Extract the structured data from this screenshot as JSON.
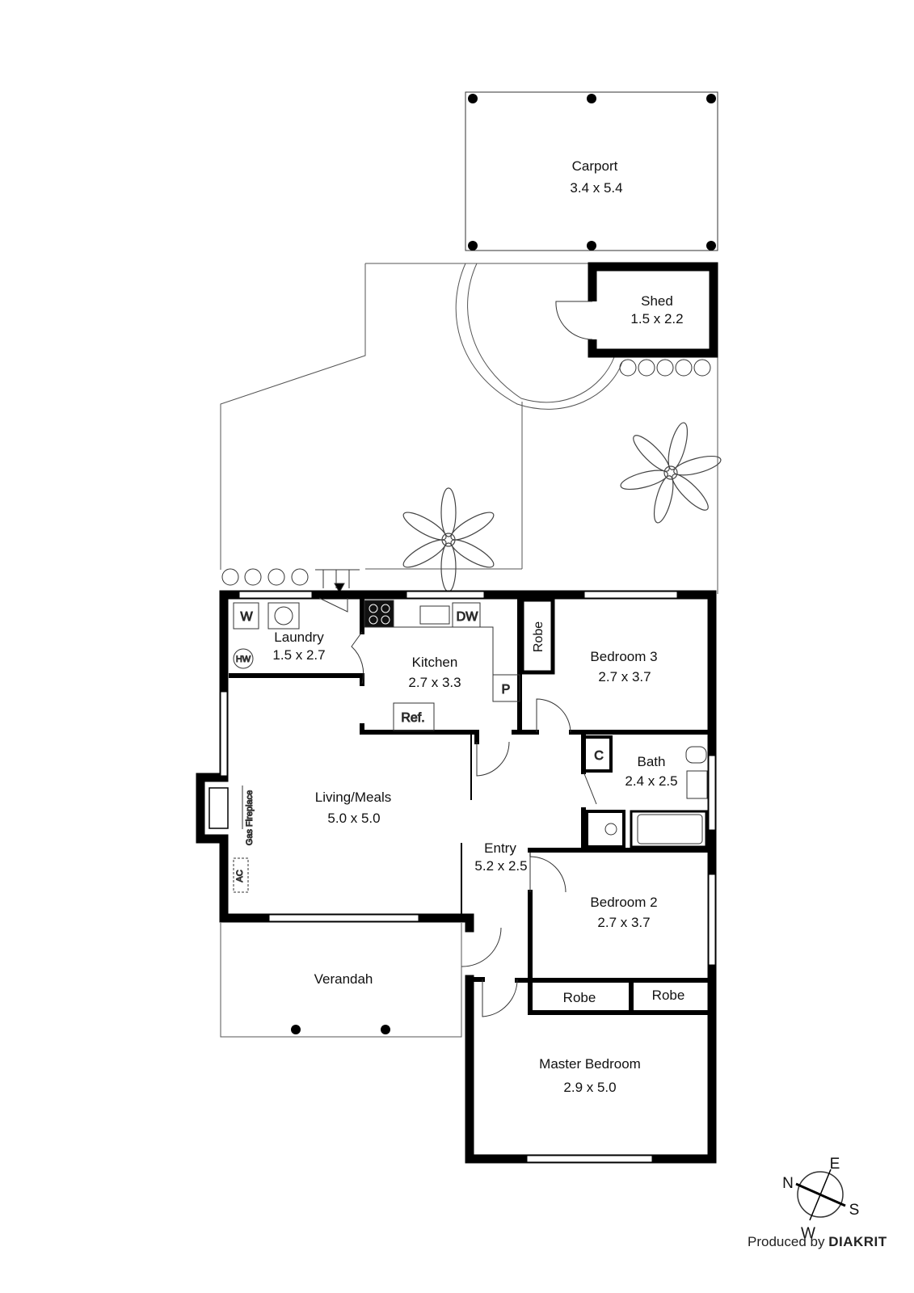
{
  "rooms": {
    "carport": {
      "name": "Carport",
      "size": "3.4 x 5.4"
    },
    "shed": {
      "name": "Shed",
      "size": "1.5 x 2.2"
    },
    "laundry": {
      "name": "Laundry",
      "size": "1.5 x 2.7"
    },
    "kitchen": {
      "name": "Kitchen",
      "size": "2.7 x 3.3"
    },
    "bedroom3": {
      "name": "Bedroom 3",
      "size": "2.7 x 3.7"
    },
    "bath": {
      "name": "Bath",
      "size": "2.4 x 2.5"
    },
    "living": {
      "name": "Living/Meals",
      "size": "5.0 x 5.0"
    },
    "entry": {
      "name": "Entry",
      "size": "5.2 x 2.5"
    },
    "bedroom2": {
      "name": "Bedroom 2",
      "size": "2.7 x 3.7"
    },
    "verandah": {
      "name": "Verandah"
    },
    "master": {
      "name": "Master Bedroom",
      "size": "2.9 x 5.0"
    }
  },
  "fixtures": {
    "washer": "W",
    "dishwasher": "DW",
    "hot_water": "HW",
    "pantry": "P",
    "fridge": "Ref.",
    "robe_bed3": "Robe",
    "robe_bed2_left": "Robe",
    "robe_bed2_right": "Robe",
    "cupboard": "C",
    "gas_fireplace": "Gas Fireplace",
    "ac": "AC"
  },
  "compass": {
    "n": "N",
    "e": "E",
    "s": "S",
    "w": "W"
  },
  "credit": {
    "prefix": "Produced by",
    "brand": "DIAKRIT"
  }
}
